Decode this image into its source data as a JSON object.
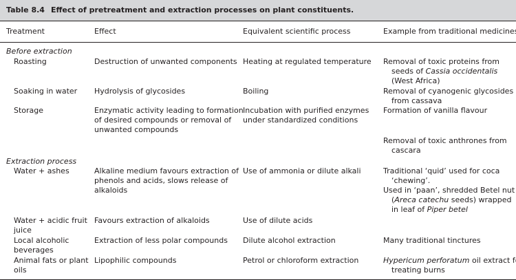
{
  "table": {
    "number": "Table 8.4",
    "title": "Effect of pretreatment and extraction processes on plant constituents.",
    "headers": [
      "Treatment",
      "Effect",
      "Equivalent scientific process",
      "Example from traditional medicines"
    ],
    "sections": [
      {
        "label": "Before extraction",
        "rows": [
          {
            "treatment": [
              "Roasting"
            ],
            "effect": [
              "Destruction of unwanted components"
            ],
            "process": [
              "Heating at regulated temperature"
            ],
            "example": [
              {
                "parts": [
                  {
                    "text": "Removal of toxic proteins from"
                  }
                ]
              },
              {
                "parts": [
                  {
                    "text": "seeds of "
                  },
                  {
                    "text": "Cassia occidentalis",
                    "italic": true
                  }
                ]
              },
              {
                "parts": [
                  {
                    "text": "(West Africa)"
                  }
                ]
              }
            ]
          },
          {
            "treatment": [
              "Soaking in water"
            ],
            "effect": [
              "Hydrolysis of glycosides"
            ],
            "process": [
              "Boiling"
            ],
            "example": [
              {
                "parts": [
                  {
                    "text": "Removal of cyanogenic glycosides"
                  }
                ]
              },
              {
                "parts": [
                  {
                    "text": "from cassava"
                  }
                ]
              }
            ]
          },
          {
            "treatment": [
              "Storage"
            ],
            "effect": [
              "Enzymatic activity leading to formation",
              "of desired compounds or removal of",
              "unwanted compounds"
            ],
            "process": [
              "Incubation with purified enzymes",
              "under standardized conditions"
            ],
            "example": [
              {
                "parts": [
                  {
                    "text": "Formation of vanilla flavour"
                  }
                ]
              }
            ],
            "example_extra": [
              {
                "parts": [
                  {
                    "text": "Removal of toxic anthrones from"
                  }
                ]
              },
              {
                "parts": [
                  {
                    "text": "cascara"
                  }
                ]
              }
            ]
          }
        ]
      },
      {
        "label": "Extraction process",
        "rows": [
          {
            "treatment": [
              "Water + ashes"
            ],
            "effect": [
              "Alkaline medium favours extraction of",
              "phenols and acids, slows release of",
              "alkaloids"
            ],
            "process": [
              "Use of ammonia or dilute alkali"
            ],
            "example": [
              {
                "parts": [
                  {
                    "text": "Traditional ‘quid’ used for coca"
                  }
                ]
              },
              {
                "parts": [
                  {
                    "text": "‘chewing’."
                  }
                ]
              },
              {
                "parts": [
                  {
                    "text": "Used in ‘paan’, shredded Betel nut"
                  }
                ]
              },
              {
                "parts": [
                  {
                    "text": "("
                  },
                  {
                    "text": "Areca catechu",
                    "italic": true
                  },
                  {
                    "text": " seeds) wrapped"
                  }
                ]
              },
              {
                "parts": [
                  {
                    "text": "in leaf of "
                  },
                  {
                    "text": "Piper betel",
                    "italic": true
                  }
                ]
              }
            ]
          },
          {
            "treatment": [
              "Water + acidic fruit",
              "juice"
            ],
            "effect": [
              "Favours extraction of alkaloids"
            ],
            "process": [
              "Use of dilute acids"
            ],
            "example": []
          },
          {
            "treatment": [
              "Local alcoholic",
              "beverages"
            ],
            "effect": [
              "Extraction of less polar compounds"
            ],
            "process": [
              "Dilute alcohol extraction"
            ],
            "example": [
              {
                "parts": [
                  {
                    "text": "Many traditional tinctures"
                  }
                ]
              }
            ]
          },
          {
            "treatment": [
              "Animal fats or plant",
              "oils"
            ],
            "effect": [
              "Lipophilic compounds"
            ],
            "process": [
              "Petrol or chloroform extraction"
            ],
            "example": [
              {
                "parts": [
                  {
                    "text": "Hypericum perforatum",
                    "italic": true
                  },
                  {
                    "text": " oil extract for"
                  }
                ]
              },
              {
                "parts": [
                  {
                    "text": "treating burns"
                  }
                ]
              }
            ]
          }
        ]
      }
    ]
  }
}
